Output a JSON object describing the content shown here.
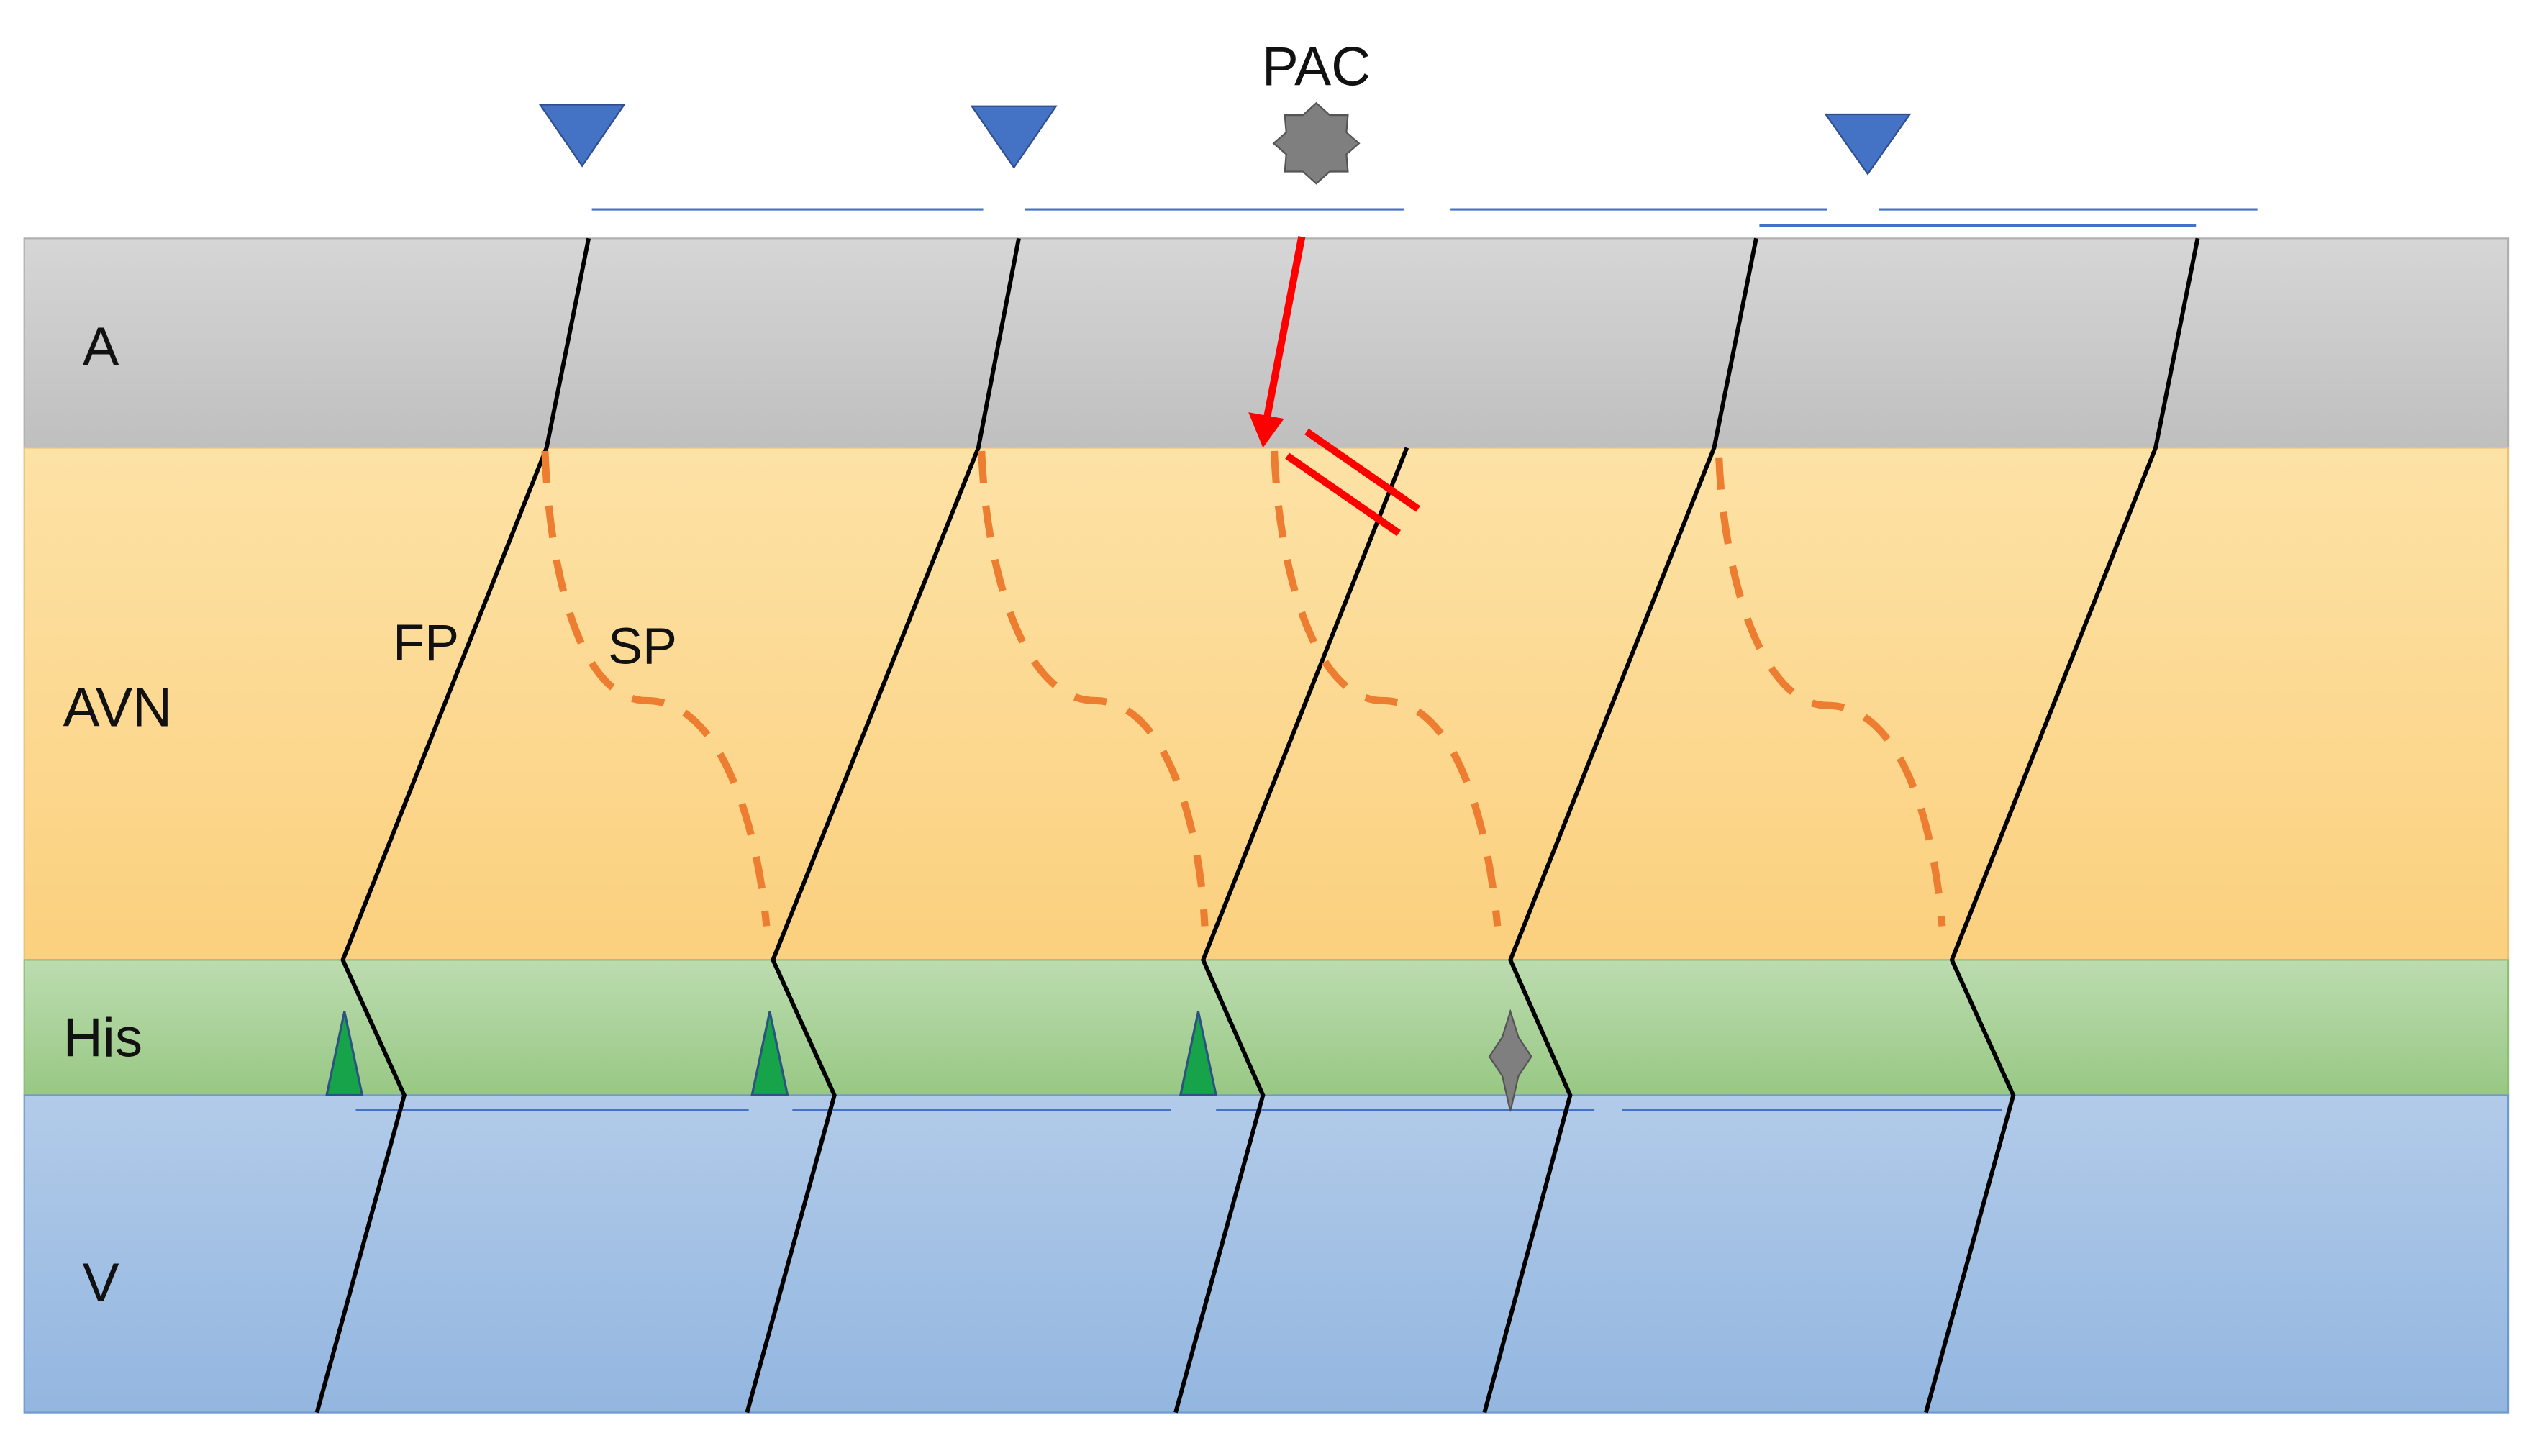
{
  "title": "PAC",
  "pathway_labels": {
    "fast": "FP",
    "slow": "SP"
  },
  "layers": [
    {
      "id": "A",
      "label": "A",
      "color_top": "#d6d6d6",
      "color_bottom": "#bfbfbf"
    },
    {
      "id": "AVN",
      "label": "AVN",
      "color_top": "#fde2a6",
      "color_bottom": "#fbd07e"
    },
    {
      "id": "His",
      "label": "His",
      "color_top": "#bcdcb0",
      "color_bottom": "#98c884"
    },
    {
      "id": "V",
      "label": "V",
      "color_top": "#b2cbe9",
      "color_bottom": "#93b6e0"
    }
  ],
  "colors": {
    "conduction_line": "#000000",
    "slow_pathway": "#ed7d31",
    "pac_arrow": "#ff0000",
    "block_marks": "#ff0000",
    "p_wave_marker": "#4472c4",
    "his_marker": "#16a34a",
    "pac_star": "#7f7f7f",
    "interval_line": "#4472c4"
  },
  "icons": {
    "p_wave_marker": "down-triangle-icon",
    "his_marker": "up-triangle-icon",
    "pac_marker": "star-icon",
    "his_ectopic_marker": "star-icon",
    "block": "double-bar-block-icon"
  }
}
